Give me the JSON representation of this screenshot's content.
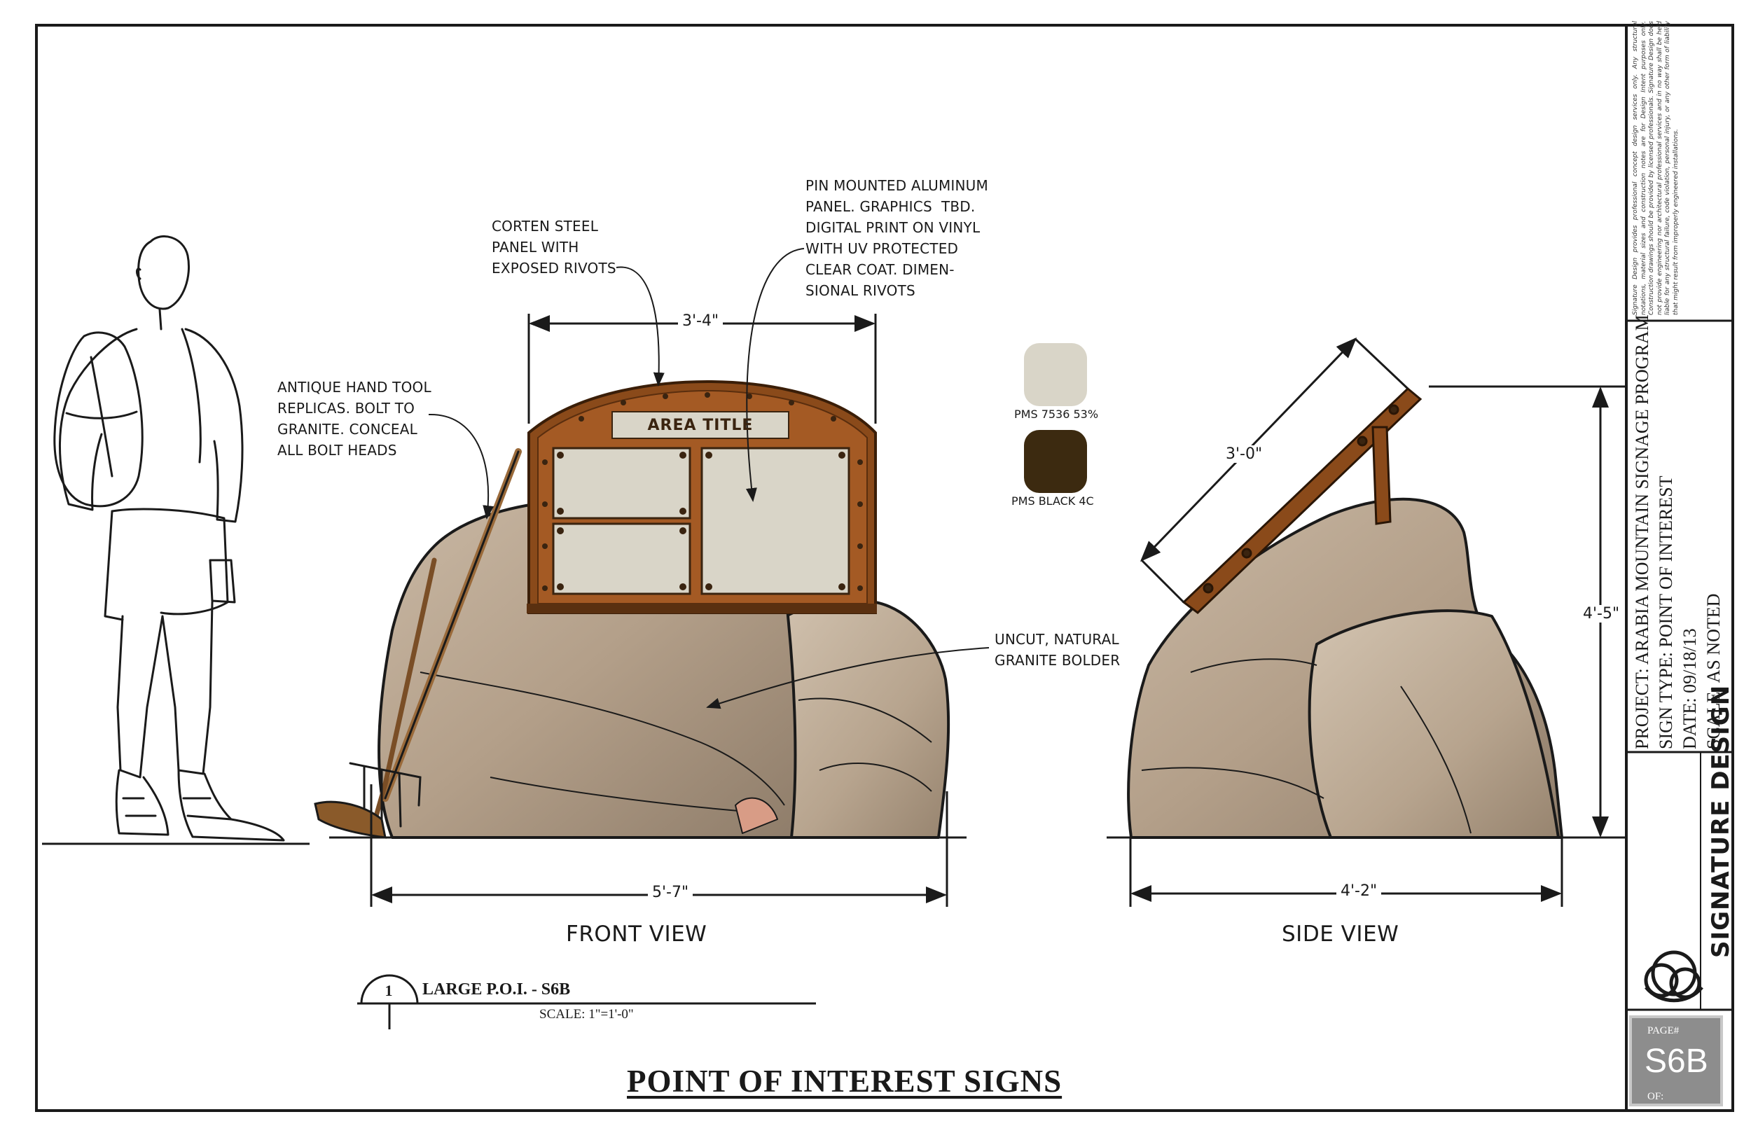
{
  "sheet": {
    "title": "POINT OF INTEREST SIGNS",
    "detail": {
      "number": "1",
      "title": "LARGE P.O.I. - S6B",
      "scale": "SCALE: 1\"=1'-0\""
    }
  },
  "views": {
    "front": "FRONT VIEW",
    "side": "SIDE VIEW"
  },
  "sign": {
    "area_title": "AREA TITLE"
  },
  "callouts": {
    "tools": "ANTIQUE HAND TOOL\nREPLICAS. BOLT TO\nGRANITE. CONCEAL\nALL BOLT HEADS",
    "corten": "CORTEN STEEL\nPANEL WITH\nEXPOSED RIVOTS",
    "aluminum": "PIN MOUNTED ALUMINUM\nPANEL. GRAPHICS  TBD.\nDIGITAL PRINT ON VINYL\nWITH UV PROTECTED\nCLEAR COAT. DIMEN-\nSIONAL RIVOTS",
    "boulder": "UNCUT, NATURAL\nGRANITE BOLDER"
  },
  "dimensions": {
    "sign_width": "3'-4\"",
    "front_width": "5'-7\"",
    "side_slope": "3'-0\"",
    "side_height": "4'-5\"",
    "side_width": "4'-2\""
  },
  "swatches": [
    {
      "label": "PMS 7536 53%",
      "color": "#d9d5c8"
    },
    {
      "label": "PMS BLACK 4C",
      "color": "#3c2a10"
    }
  ],
  "title_block": {
    "disclaimer": "Signature Design provides professional concept design services only. Any structural notations, material sizes and construction notes are for Design Intent purposes only. Construction drawings should be provided by licensed professionals. Signature Design does not provide engineering nor architectural professional services and in no way shall be held liable for any structural failure, code violation, personal injury, or any other form of liability that might result from improperly engineered installations.",
    "project": "PROJECT:  ARABIA MOUNTAIN SIGNAGE PROGRAM",
    "sign_type": "SIGN TYPE:  POINT OF INTEREST",
    "date": "DATE:  09/18/13",
    "scale": "SCALE:  AS NOTED",
    "brand": "SIGNATURE DESIGN",
    "page_label": "PAGE#",
    "page": "S6B",
    "of_label": "OF:"
  },
  "colors": {
    "corten": "#8a4a1a",
    "panel": "#d9d5c8",
    "granite": "#bfae9a",
    "line": "#1a1a1a"
  }
}
